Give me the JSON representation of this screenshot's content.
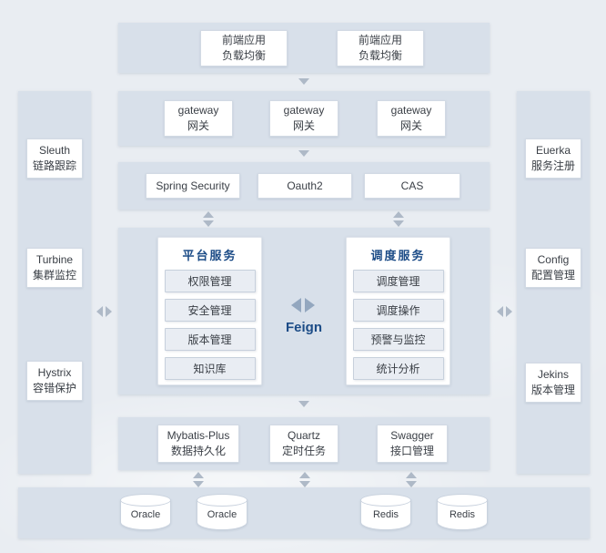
{
  "colors": {
    "accent_blue": "#1c4c87",
    "band_bg": "#d8e0ea",
    "box_bg": "#ffffff",
    "item_bg": "#e9edf3",
    "arrow": "#aeb9c7",
    "text": "#3a3f46"
  },
  "frontend_band": {
    "boxes": [
      {
        "label": "前端应用\n负载均衡"
      },
      {
        "label": "前端应用\n负载均衡"
      }
    ]
  },
  "gateway_band": {
    "boxes": [
      {
        "label": "gateway\n网关"
      },
      {
        "label": "gateway\n网关"
      },
      {
        "label": "gateway\n网关"
      }
    ]
  },
  "auth_band": {
    "boxes": [
      {
        "label": "Spring Security"
      },
      {
        "label": "Oauth2"
      },
      {
        "label": "CAS"
      }
    ]
  },
  "core": {
    "platform": {
      "title": "平台服务",
      "items": [
        "权限管理",
        "安全管理",
        "版本管理",
        "知识库"
      ]
    },
    "dispatch": {
      "title": "调度服务",
      "items": [
        "调度管理",
        "调度操作",
        "预警与监控",
        "统计分析"
      ]
    },
    "feign": "Feign"
  },
  "middleware_band": {
    "boxes": [
      {
        "label": "Mybatis-Plus\n数据持久化"
      },
      {
        "label": "Quartz\n定时任务"
      },
      {
        "label": "Swagger\n接口管理"
      }
    ]
  },
  "storage_band": {
    "databases": [
      "Oracle",
      "Oracle",
      "Redis",
      "Redis"
    ]
  },
  "left_rail": {
    "items": [
      "Sleuth\n链路跟踪",
      "Turbine\n集群监控",
      "Hystrix\n容错保护"
    ]
  },
  "right_rail": {
    "items": [
      "Euerka\n服务注册",
      "Config\n配置管理",
      "Jekins\n版本管理"
    ]
  }
}
